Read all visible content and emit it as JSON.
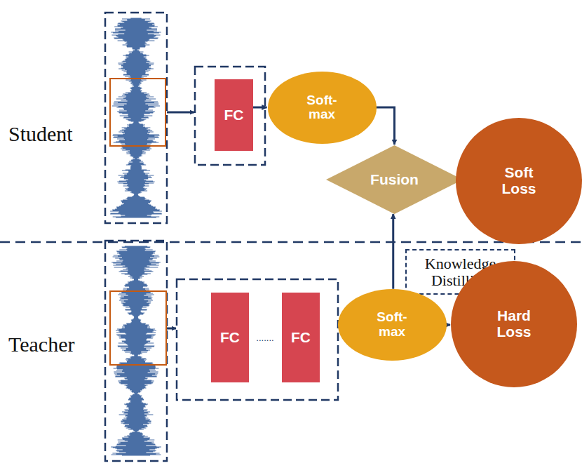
{
  "diagram": {
    "nodes": [
      {
        "text": [
          "FC"
        ]
      },
      {
        "text": [
          "Soft- max"
        ]
      },
      {
        "text": [
          "Fusion"
        ]
      },
      {
        "text": [
          "Soft Loss"
        ]
      },
      {
        "text": [
          "Knowledge Distilling"
        ]
      },
      {
        "text": [
          "FC"
        ]
      },
      {
        "text": [
          "FC"
        ]
      },
      {
        "text": [
          "Soft- max"
        ]
      },
      {
        "text": [
          "Hard Loss"
        ]
      }
    ],
    "edges": [
      {
        "from": 0,
        "to": 1,
        "arrow": "to"
      },
      {
        "from": 1,
        "to": 2,
        "arrow": "to"
      },
      {
        "from": 2,
        "to": 3,
        "arrow": "to"
      },
      {
        "from": 7,
        "to": 2,
        "arrow": "to"
      },
      {
        "from": 7,
        "to": 8,
        "arrow": "to"
      }
    ],
    "labels": [
      "Student",
      "Teacher",
      "......."
    ]
  }
}
